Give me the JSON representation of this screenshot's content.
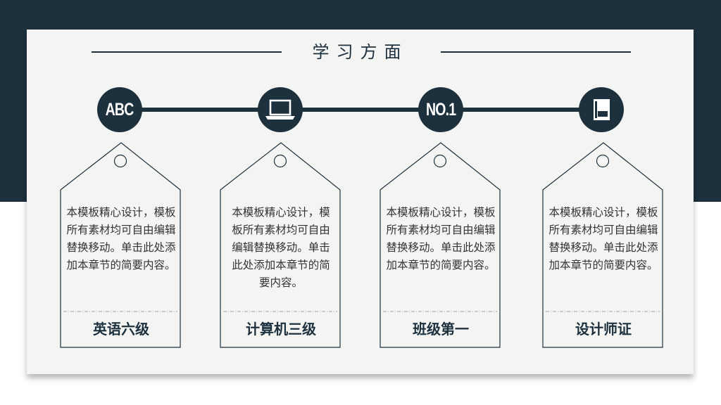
{
  "title": "学习方面",
  "nodes": [
    {
      "icon": "abc-text-icon",
      "text": "ABC"
    },
    {
      "icon": "laptop-icon"
    },
    {
      "icon": "no1-text-icon",
      "text": "NO.1"
    },
    {
      "icon": "book-icon"
    }
  ],
  "tags": [
    {
      "desc": "本模板精心设计，模板所有素材均可自由编辑替换移动。单击此处添加本章节的简要内容。",
      "label": "英语六级"
    },
    {
      "desc": "本模板精心设计，模板所有素材均可自由编辑替换移动。单击此处添加本章节的简要内容。",
      "label": "计算机三级"
    },
    {
      "desc": "本模板精心设计，模板所有素材均可自由编辑替换移动。单击此处添加本章节的简要内容。",
      "label": "班级第一"
    },
    {
      "desc": "本模板精心设计，模板所有素材均可自由编辑替换移动。单击此处添加本章节的简要内容。",
      "label": "设计师证"
    }
  ],
  "colors": {
    "dark": "#1c303d",
    "card": "#f4f4f3",
    "text": "#333333"
  }
}
